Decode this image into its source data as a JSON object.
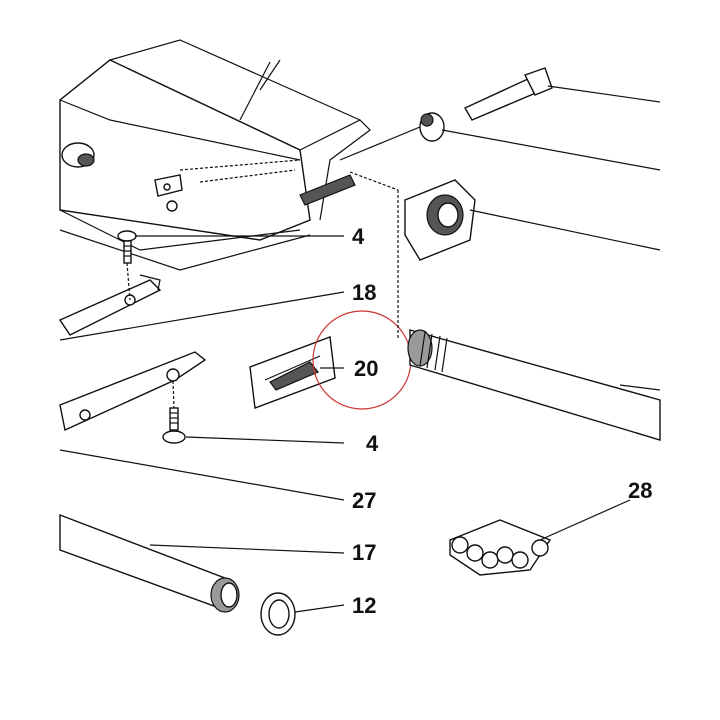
{
  "callouts": {
    "c4_top": "4",
    "c18": "18",
    "c20": "20",
    "c4_bottom": "4",
    "c27": "27",
    "c28": "28",
    "c17": "17",
    "c12": "12"
  },
  "colors": {
    "line": "#111111",
    "highlight_circle": "#cc3333",
    "shade": "#9a9a9a"
  }
}
